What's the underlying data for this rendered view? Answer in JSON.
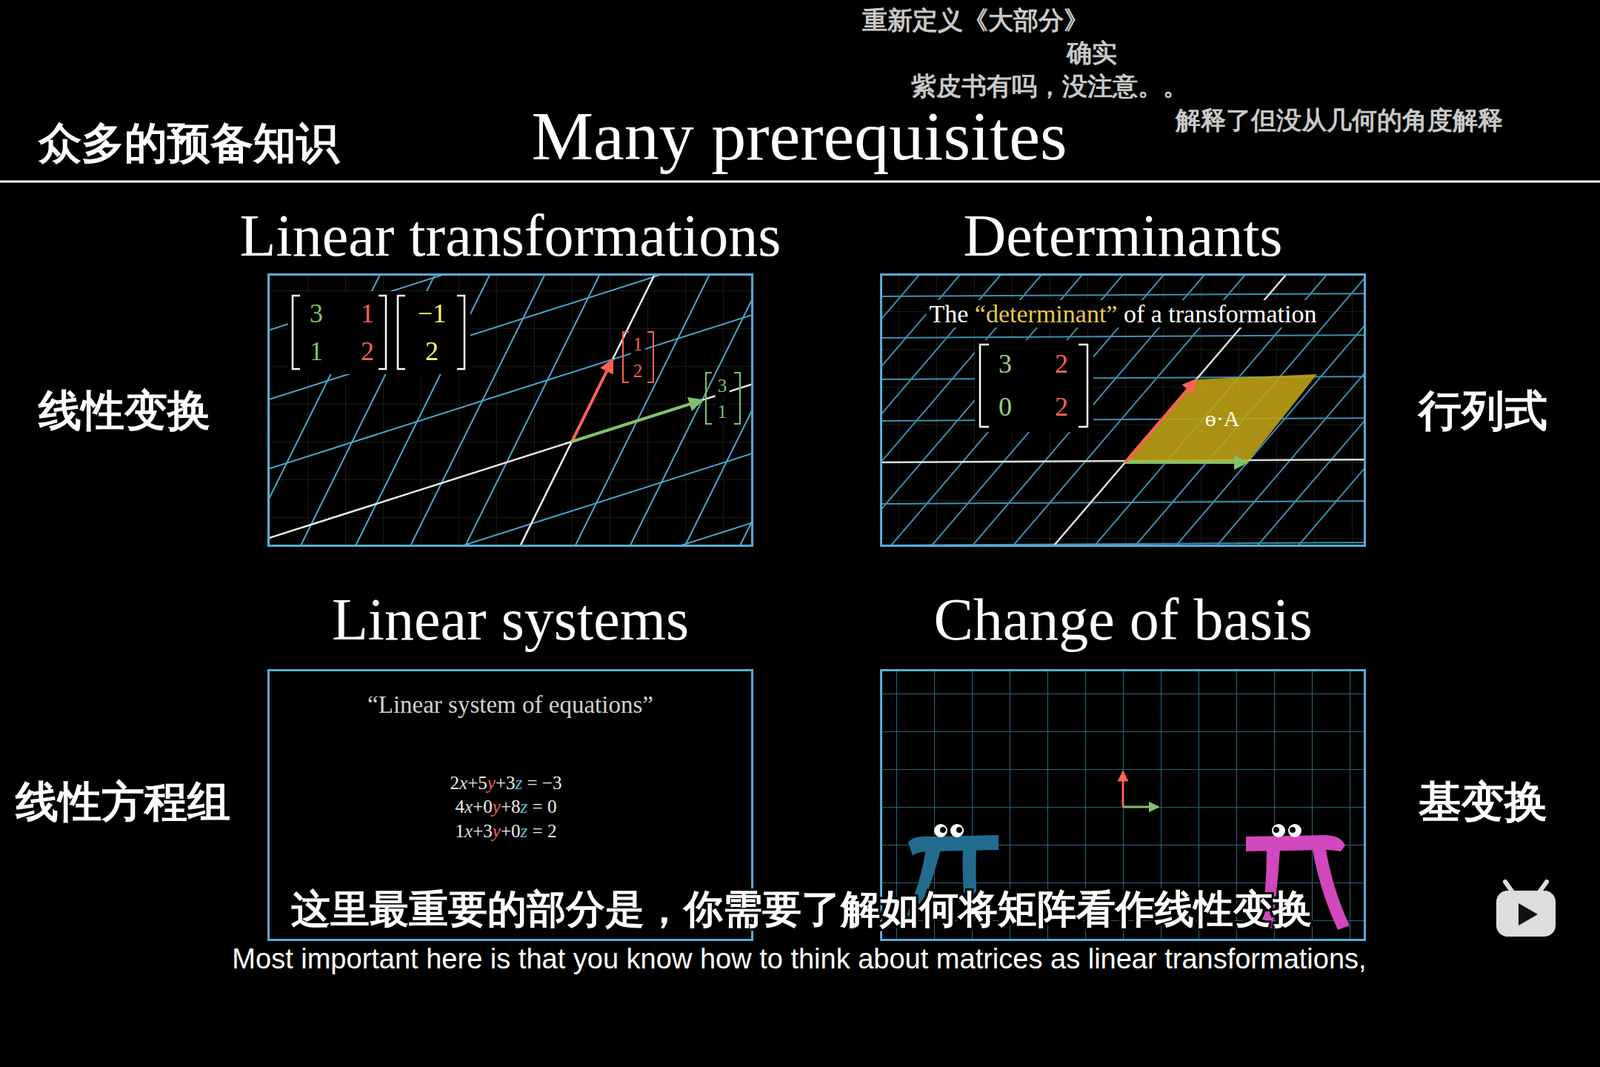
{
  "diagram": {
    "title": "Many prerequisites",
    "nodes": [
      {
        "text": [
          "Linear transformations"
        ]
      },
      {
        "text": [
          "Determinants",
          "The “determinant” of a transformation"
        ]
      },
      {
        "text": [
          "Linear systems",
          "“Linear system of equations”"
        ]
      },
      {
        "text": [
          "Change of basis"
        ]
      }
    ],
    "labels": [
      "重新定义《大部分》",
      "确实",
      "紫皮书有吗，没注意。。",
      "解释了但没从几何的角度解释",
      "众多的预备知识",
      "线性变换",
      "行列式",
      "线性方程组",
      "基变换",
      "3",
      "1",
      "1",
      "2",
      "−1",
      "2",
      "1",
      "2",
      "3",
      "1",
      "3",
      "2",
      "0",
      "2",
      "ɵ·A",
      "2x+5y+3z = −3",
      "4x+0y+8z = 0",
      "1x+3y+0z = 2",
      "这里最重要的部分是，你需要了解如何将矩阵看作线性变换",
      "Most important here is that you know how to think about matrices as linear transformations,"
    ]
  }
}
